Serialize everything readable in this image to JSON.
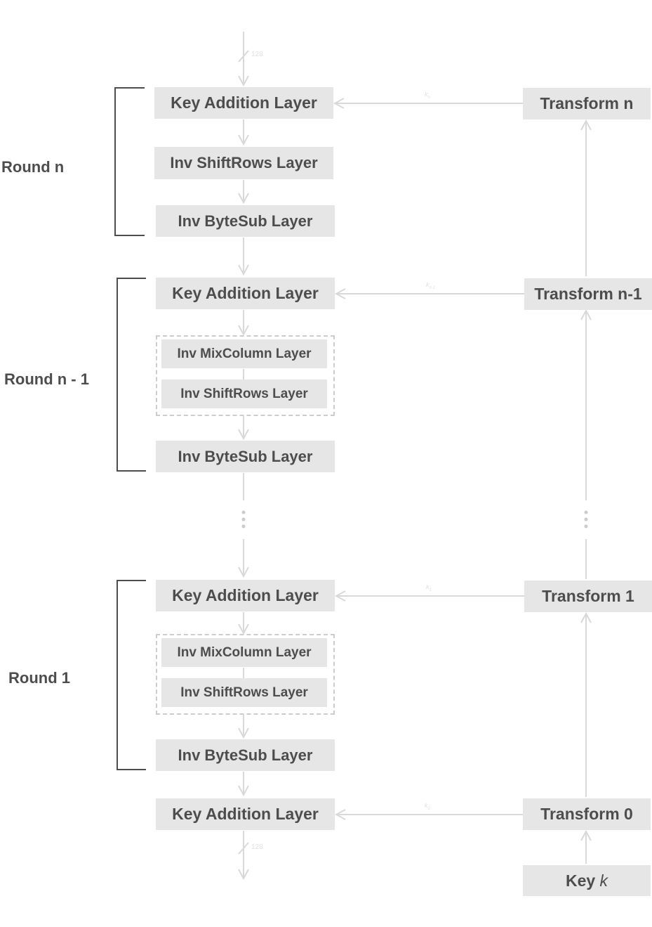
{
  "diagram": {
    "rounds": [
      {
        "label": "Round n"
      },
      {
        "label": "Round n - 1"
      },
      {
        "label": "Round 1"
      }
    ],
    "layers": {
      "key_addition": "Key Addition Layer",
      "inv_shiftrows": "Inv ShiftRows Layer",
      "inv_bytesub": "Inv ByteSub Layer",
      "inv_mixcolumn": "Inv MixColumn Layer"
    },
    "transforms": {
      "n": "Transform n",
      "n_minus_1": "Transform n-1",
      "one": "Transform 1",
      "zero": "Transform 0"
    },
    "key": {
      "text": "Key ",
      "var": "k"
    },
    "subkeys": {
      "kn": {
        "base": "k",
        "sub": "n"
      },
      "kn1": {
        "base": "k",
        "sub": "n-1"
      },
      "k1": {
        "base": "k",
        "sub": "1"
      },
      "k0": {
        "base": "k",
        "sub": "0"
      }
    },
    "bus_width": "128",
    "colors": {
      "box": "#e6e6e6",
      "text": "#4d4d4d",
      "arrow": "#d9d9d9",
      "bracket": "#4d4d4d",
      "dashed": "#cccccc"
    }
  }
}
